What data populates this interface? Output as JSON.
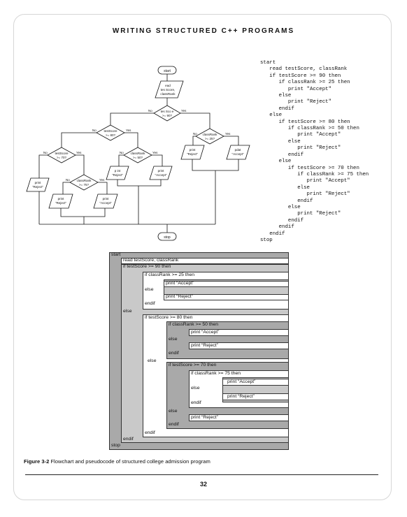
{
  "header": {
    "title": "WRITING STRUCTURED C++ PROGRAMS"
  },
  "flowchart": {
    "start": "start",
    "read_line1": "ead",
    "read_line2": "tes Score,",
    "read_line3": "classRank",
    "d1_line1": "tes Sco e",
    "d1_line2": ">= 90?",
    "d2_line1": "testScore",
    "d2_line2": ">= 80?",
    "d3_line1": "testScore",
    "d3_line2": ">= 70?",
    "d4_line1": "classRank",
    "d4_line2": ">= 75?",
    "d5_line1": "classRank",
    "d5_line2": ">= 50?",
    "d6_line1": "classRank",
    "d6_line2": ">= 25?",
    "yes": "Yes",
    "no": "No",
    "p_reject_a1": "print",
    "p_reject_a2": "\"Reject\"",
    "p_reject_b1": "print",
    "p_reject_b2": "\"Reject\"",
    "p_accept_b1": "print",
    "p_accept_b2": "\"Accept\"",
    "p_reject_c1": "p int",
    "p_reject_c2": "\"Reject\"",
    "p_accept_c1": "print",
    "p_accept_c2": "\"Accept\"",
    "p_reject_d1": "print",
    "p_reject_d2": "\"Reject\"",
    "p_accept_d1": "pdat",
    "p_accept_d2": "\"Accept\"",
    "stop": "stop"
  },
  "pseudocode": "start\n   read testScore, classRank\n   if testScore >= 90 then\n      if classRank >= 25 then\n         print \"Accept\"\n      else\n         print \"Reject\"\n      endif\n   else\n      if testScore >= 80 then\n         if classRank >= 50 then\n            print \"Accept\"\n         else\n            print \"Reject\"\n         endif\n      else\n         if testScore >= 70 then\n            if classRank >= 75 then\n               print \"Accept\"\n            else\n               print \"Reject\"\n            endif\n         else\n            print \"Reject\"\n         endif\n      endif\n   endif\nstop",
  "structure": {
    "start": "start",
    "read": "read testScore, classRank",
    "if90": "if testScore >= 90 then",
    "if25": "if classRank >= 25 then",
    "accept1": "print “Accept”",
    "else1": "else",
    "reject1": "print “Reject”",
    "endif1": "endif",
    "else_outer": "else",
    "if80": "if testScore >= 80 then",
    "if50": "if classRank >= 50 then",
    "accept2": "print “Accept”",
    "else2": "else",
    "reject2": "print “Reject”",
    "endif2": "endif",
    "else3": "else",
    "if70": "if testScore >= 70 then",
    "if75": "if classRank >= 75 then",
    "accept3": "print “Accept”",
    "else4": "else",
    "reject3": "print “Reject”",
    "endif4": "endif",
    "else5": "else",
    "reject4": "print “Reject”",
    "endif5": "endif",
    "endif3": "endif",
    "endif_outer": "endif",
    "stop": "stop"
  },
  "caption": {
    "label": "Figure 3-2",
    "text": "Flowchart and pseudocode of structured college admission program"
  },
  "page_number": "32"
}
